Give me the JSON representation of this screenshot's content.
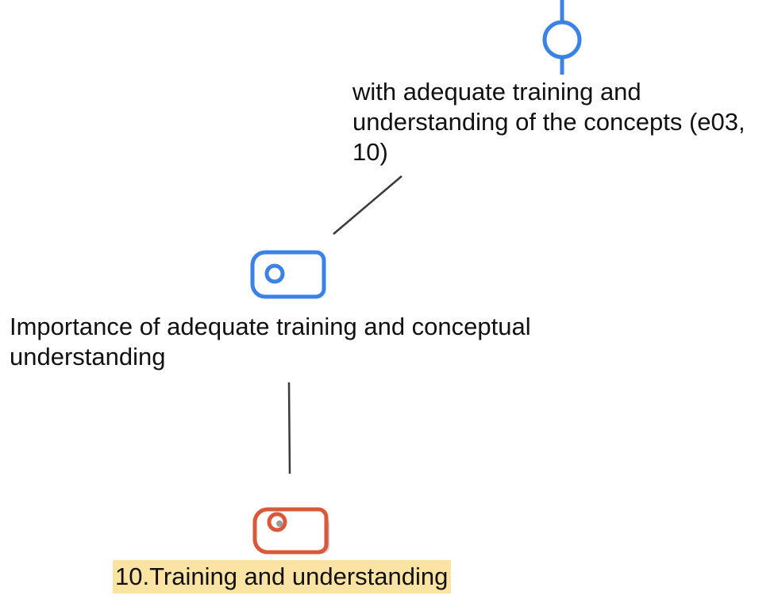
{
  "nodes": {
    "quote": {
      "text": "with adequate training and\nunderstanding of the concepts (e03,\n10)",
      "icon": "quote-node-icon",
      "color": "#3b82e6"
    },
    "concept": {
      "text": "Importance of adequate training and conceptual\nunderstanding",
      "icon": "tag-node-icon",
      "color": "#3b82e6"
    },
    "code": {
      "text": "10.Training and understanding",
      "icon": "tag-node-icon",
      "color": "#d9583a",
      "highlight": "#fbe3a4"
    }
  },
  "edge_color": "#3a3a3a"
}
